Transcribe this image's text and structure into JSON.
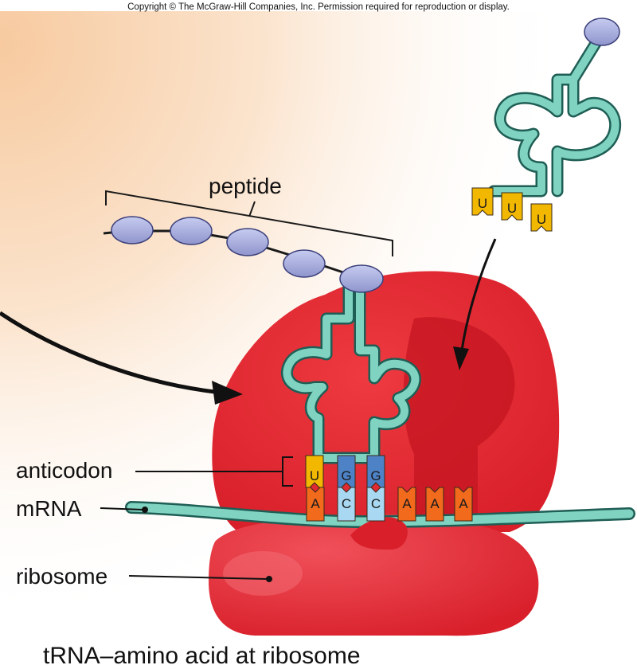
{
  "copyright": "Copyright © The McGraw-Hill Companies, Inc. Permission required for reproduction or display.",
  "caption": "tRNA–amino acid at ribosome",
  "labels": {
    "peptide": "peptide",
    "anticodon": "anticodon",
    "mrna": "mRNA",
    "ribosome": "ribosome"
  },
  "incoming_trna": {
    "anticodon_bases": [
      "U",
      "U",
      "U"
    ]
  },
  "bound_trna": {
    "anticodon_bases": [
      "U",
      "G",
      "G"
    ]
  },
  "mrna_bases": {
    "paired_codon": [
      "A",
      "C",
      "C"
    ],
    "next_codon": [
      "A",
      "A",
      "A"
    ]
  },
  "colors": {
    "ribosome": "#e0262f",
    "trna": "#7fd3c0",
    "amino_acid": "#a9aede",
    "base_u": "#f2b800",
    "base_a": "#f26a1b",
    "base_g": "#4d82c6",
    "base_c": "#a8d8f2"
  }
}
